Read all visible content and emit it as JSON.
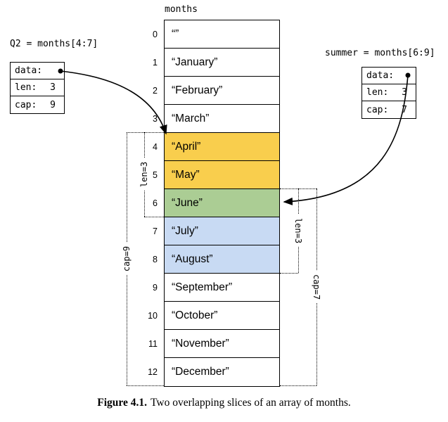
{
  "array": {
    "title": "months",
    "cells": [
      {
        "index": "0",
        "value": "“”"
      },
      {
        "index": "1",
        "value": "“January”"
      },
      {
        "index": "2",
        "value": "“February”"
      },
      {
        "index": "3",
        "value": "“March”"
      },
      {
        "index": "4",
        "value": "“April”"
      },
      {
        "index": "5",
        "value": "“May”"
      },
      {
        "index": "6",
        "value": "“June”"
      },
      {
        "index": "7",
        "value": "“July”"
      },
      {
        "index": "8",
        "value": "“August”"
      },
      {
        "index": "9",
        "value": "“September”"
      },
      {
        "index": "10",
        "value": "“October”"
      },
      {
        "index": "11",
        "value": "“November”"
      },
      {
        "index": "12",
        "value": "“December”"
      }
    ]
  },
  "q2": {
    "header": "Q2 = months[4:7]",
    "data_label": "data:",
    "len_label": "len:",
    "len_value": "3",
    "cap_label": "cap:",
    "cap_value": "9",
    "len_bracket": "len=3",
    "cap_bracket": "cap=9"
  },
  "summer": {
    "header": "summer = months[6:9]",
    "data_label": "data:",
    "len_label": "len:",
    "len_value": "3",
    "cap_label": "cap:",
    "cap_value": "7",
    "len_bracket": "len=3",
    "cap_bracket": "cap=7"
  },
  "caption": {
    "label": "Figure 4.1.",
    "text": "Two overlapping slices of an array of months."
  },
  "colors": {
    "q2_only": "#F9CE4D",
    "overlap": "#ABCD94",
    "summer_only": "#C8DAF3"
  }
}
